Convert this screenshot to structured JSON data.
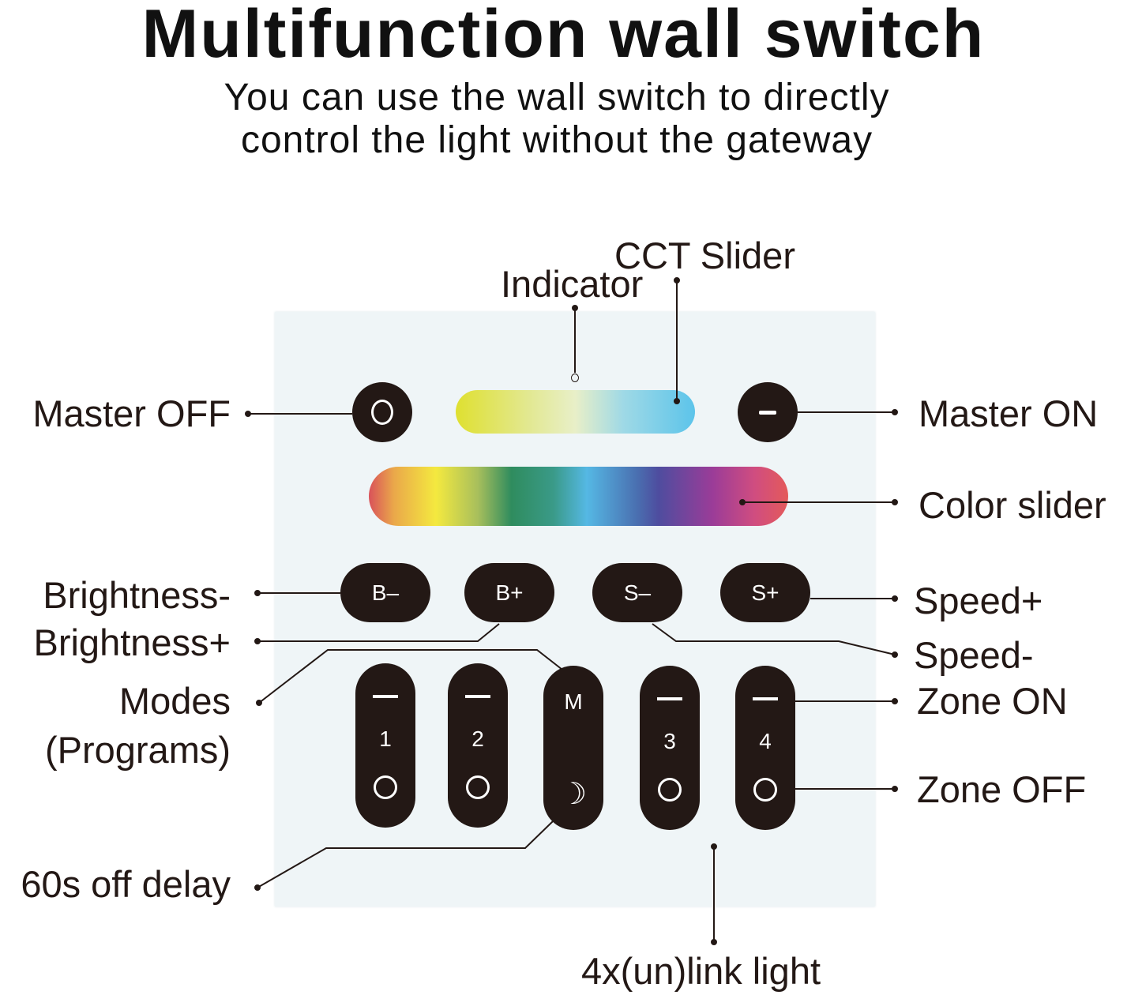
{
  "title": "Multifunction wall switch",
  "subtitle_lines": [
    "You can use the wall switch to directly",
    "control the light without the gateway"
  ],
  "labels": {
    "indicator": "Indicator",
    "cct_slider": "CCT Slider",
    "master_off": "Master OFF",
    "master_on": "Master ON",
    "color_slider": "Color slider",
    "brightness_minus": "Brightness-",
    "brightness_plus": "Brightness+",
    "modes": "Modes",
    "programs": "(Programs)",
    "off_delay": "60s off delay",
    "speed_plus": "Speed+",
    "speed_minus": "Speed-",
    "zone_on": "Zone ON",
    "zone_off": "Zone OFF",
    "link": "4x(un)link light"
  },
  "buttons": {
    "b_minus": "B–",
    "b_plus": "B+",
    "s_minus": "S–",
    "s_plus": "S+",
    "mode": "M",
    "moon": "☽",
    "zones": [
      "1",
      "2",
      "3",
      "4"
    ]
  },
  "colors": {
    "panel": "#eff5f7",
    "button": "#231815"
  }
}
